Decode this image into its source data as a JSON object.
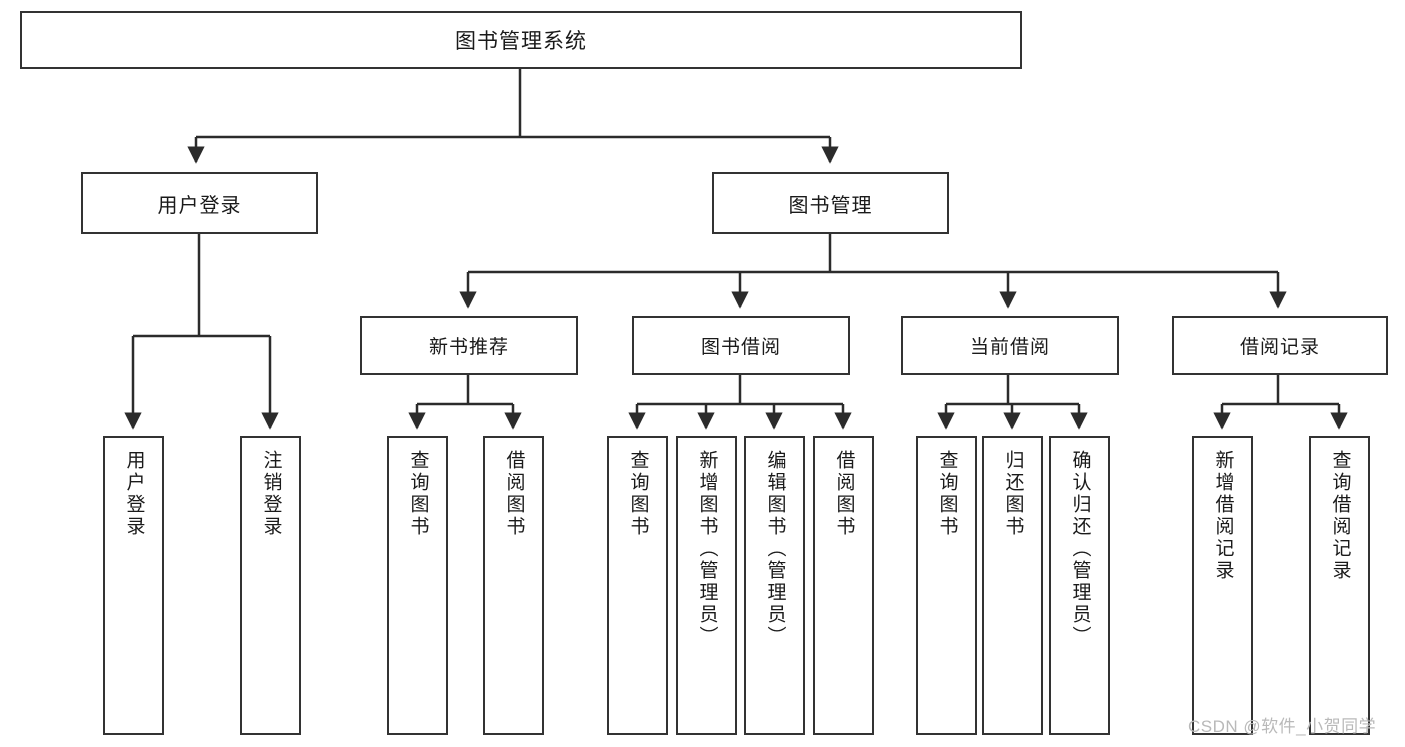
{
  "diagram": {
    "title": "图书管理系统",
    "watermark": "CSDN @软件_小贺同学",
    "colors": {
      "border": "#333333",
      "background": "#ffffff",
      "text": "#1a1a1a",
      "edge": "#2b2b2b",
      "watermark": "#b9b9b9"
    },
    "nodes": {
      "root": {
        "label": "图书管理系统"
      },
      "level1": [
        {
          "label": "用户登录"
        },
        {
          "label": "图书管理"
        }
      ],
      "level2": [
        {
          "label": "新书推荐"
        },
        {
          "label": "图书借阅"
        },
        {
          "label": "当前借阅"
        },
        {
          "label": "借阅记录"
        }
      ],
      "leaves": {
        "user_login": [
          {
            "label": "用户登录"
          },
          {
            "label": "注销登录"
          }
        ],
        "new_book_recommend": [
          {
            "label": "查询图书"
          },
          {
            "label": "借阅图书"
          }
        ],
        "book_borrow": [
          {
            "label": "查询图书"
          },
          {
            "label": "新增图书（管理员）"
          },
          {
            "label": "编辑图书（管理员）"
          },
          {
            "label": "借阅图书"
          }
        ],
        "current_borrow": [
          {
            "label": "查询图书"
          },
          {
            "label": "归还图书"
          },
          {
            "label": "确认归还（管理员）"
          }
        ],
        "borrow_record": [
          {
            "label": "新增借阅记录"
          },
          {
            "label": "查询借阅记录"
          }
        ]
      }
    }
  }
}
